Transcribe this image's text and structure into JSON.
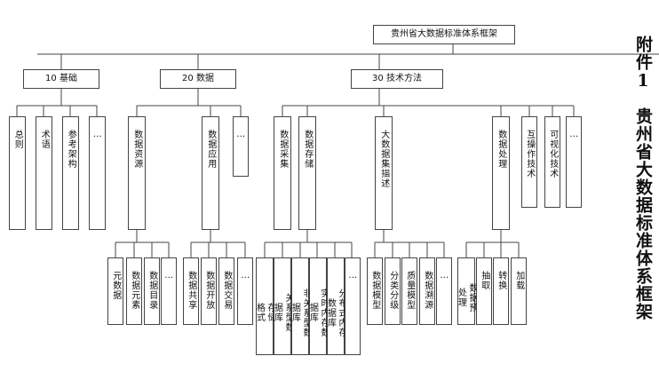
{
  "side_title": {
    "prefix": "附件1",
    "title": "贵州省大数据标准体系框架"
  },
  "root": "贵州省大数据标准体系框架",
  "level1": [
    "10 基础",
    "20 数据",
    "30 技术方法"
  ],
  "foundation": [
    "总则",
    "术语",
    "参考架构",
    "…"
  ],
  "data_group": [
    "数据资源",
    "数据应用",
    "…"
  ],
  "tech_group": [
    "数据采集",
    "数据存储",
    "大数据集描述",
    "数据处理",
    "互操作技术",
    "可视化技术",
    "…"
  ],
  "resource_children": [
    "元数据",
    "数据元素",
    "数据目录",
    "…"
  ],
  "application_children": [
    "数据共享",
    "数据开放",
    "数据交易",
    "…"
  ],
  "storage_children": [
    [
      "存储",
      "格式"
    ],
    [
      "关系型数",
      "据库"
    ],
    [
      "非关系型数",
      "据库"
    ],
    [
      "实时内存数",
      "据库"
    ],
    [
      "分布式内存",
      "数据库"
    ],
    [
      "…"
    ]
  ],
  "dataset_children": [
    "数据模型",
    "分类分级",
    "质量模型",
    "数据溯源",
    "…"
  ],
  "processing_children": [
    [
      "数据预",
      "处理"
    ],
    [
      "抽取"
    ],
    [
      "转换"
    ],
    [
      "加载"
    ]
  ]
}
